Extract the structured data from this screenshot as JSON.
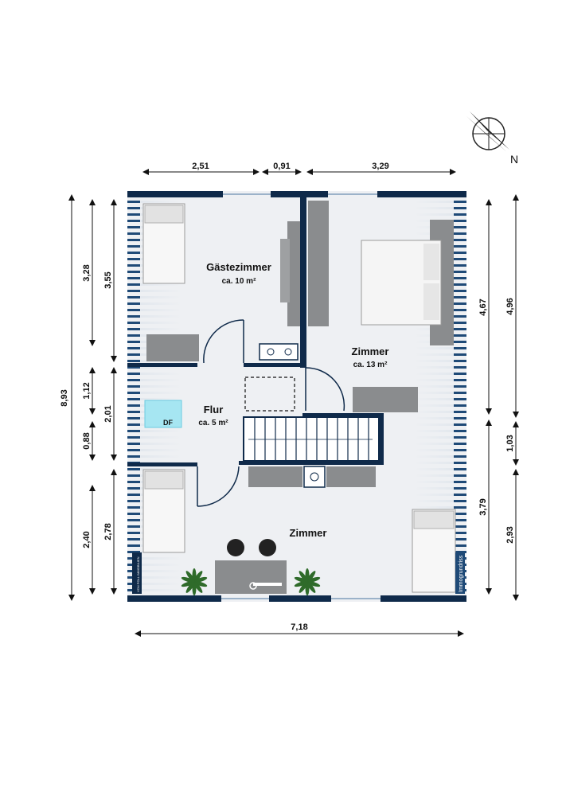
{
  "rooms": {
    "guest": {
      "name": "Gästezimmer",
      "area": "ca. 10 m²"
    },
    "room_east": {
      "name": "Zimmer",
      "area": "ca. 13 m²"
    },
    "hall": {
      "name": "Flur",
      "area": "ca. 5 m²"
    },
    "room_south": {
      "name": "Zimmer"
    }
  },
  "skylight_label": "DF",
  "compass_label": "N",
  "dimensions": {
    "top": [
      "2,51",
      "0,91",
      "3,29"
    ],
    "bottom": "7,18",
    "left_total": "8,93",
    "left_inner": [
      "3,28",
      "1,12",
      "0,88",
      "2,40"
    ],
    "left_mid": [
      "3,55",
      "2,01",
      "2,78"
    ],
    "right_inner": [
      "4,67",
      "3,79"
    ],
    "right_outer": [
      "4,96",
      "1,03",
      "2,93"
    ]
  },
  "watermark_left": "VON POLL IMMOBILIEN",
  "watermark_right": "Immogrundriss",
  "colors": {
    "wall": "#0f2a4a",
    "floor": "#eef0f3",
    "slope": "#1f4a77",
    "furniture": "#8a8c8e"
  }
}
